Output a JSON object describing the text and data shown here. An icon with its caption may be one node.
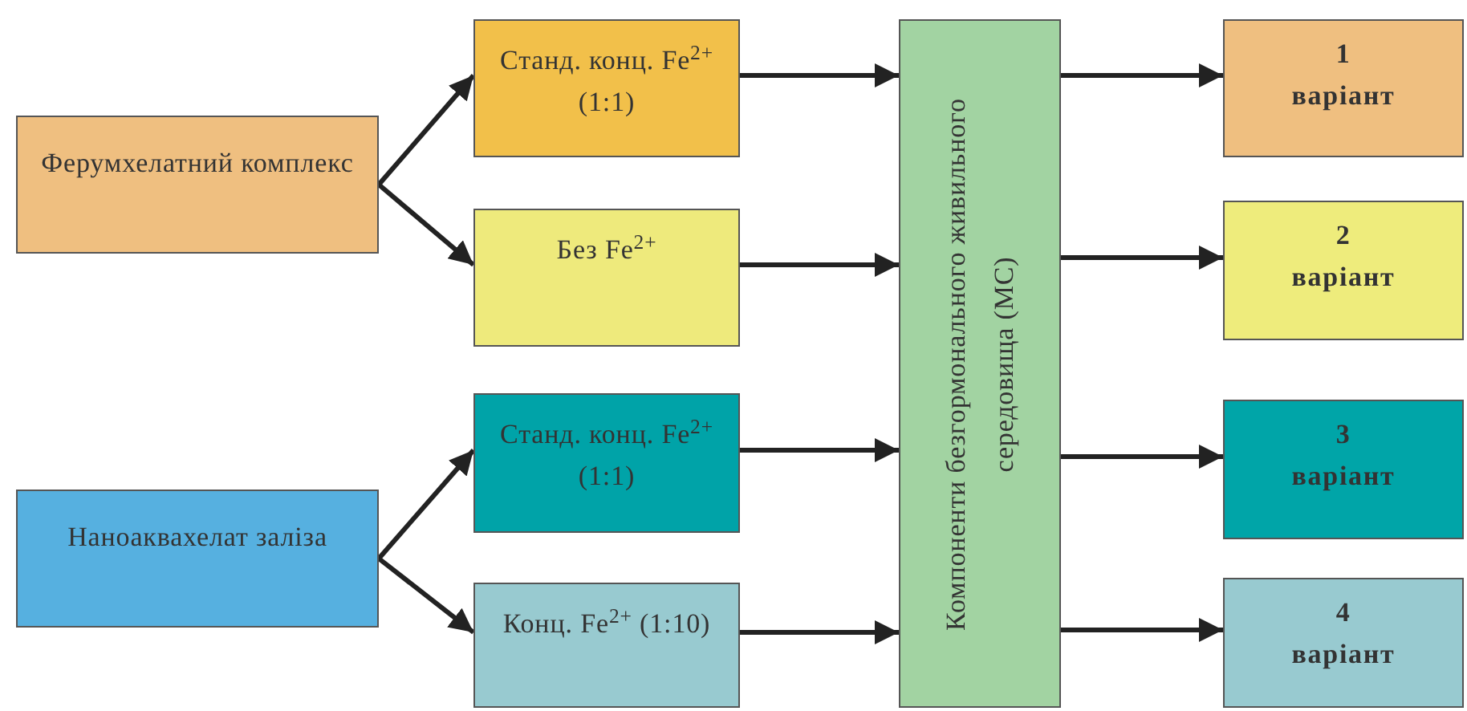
{
  "diagram": {
    "nodes": [
      {
        "text": [
          "Ферумхелатний комплекс"
        ]
      },
      {
        "text": [
          "Станд. конц. Fe$^{2+}$ (1:1)"
        ]
      },
      {
        "text": [
          "Без Fe$^{2+}$"
        ]
      },
      {
        "text": [
          "Наноаквахелат заліза"
        ]
      },
      {
        "text": [
          "Станд. конц. Fe$^{2+}$ (1:1)"
        ]
      },
      {
        "text": [
          "Конц. Fe$^{2+}$ (1:10)"
        ]
      },
      {
        "text": [
          "Компоненти безгормонального живильного середовища (МС)"
        ]
      },
      {
        "text": [
          "1",
          "варіант"
        ]
      },
      {
        "text": [
          "2",
          "варіант"
        ]
      },
      {
        "text": [
          "3",
          "варіант"
        ]
      },
      {
        "text": [
          "4",
          "варіант"
        ]
      }
    ],
    "edges": [
      {
        "from": 0,
        "to": 1,
        "arrow": "to"
      },
      {
        "from": 0,
        "to": 2,
        "arrow": "to"
      },
      {
        "from": 3,
        "to": 4,
        "arrow": "to"
      },
      {
        "from": 3,
        "to": 5,
        "arrow": "to"
      },
      {
        "from": 1,
        "to": 6,
        "arrow": "to"
      },
      {
        "from": 2,
        "to": 6,
        "arrow": "to"
      },
      {
        "from": 4,
        "to": 6,
        "arrow": "to"
      },
      {
        "from": 5,
        "to": 6,
        "arrow": "to"
      },
      {
        "from": 6,
        "to": 7,
        "arrow": "to"
      },
      {
        "from": 6,
        "to": 8,
        "arrow": "to"
      },
      {
        "from": 6,
        "to": 9,
        "arrow": "to"
      },
      {
        "from": 6,
        "to": 10,
        "arrow": "to"
      }
    ]
  }
}
